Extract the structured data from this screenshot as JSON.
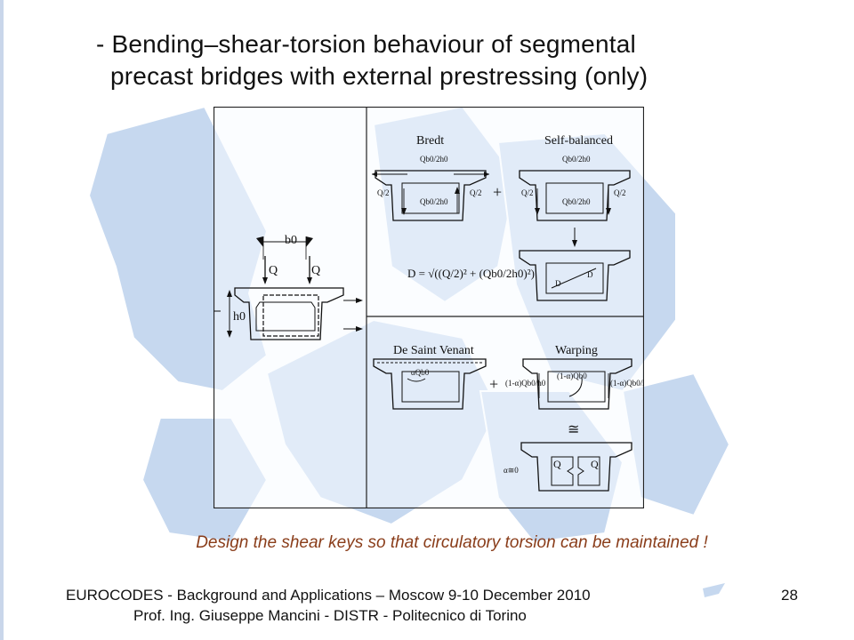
{
  "title": {
    "line1": "- Bending–shear-torsion behaviour of segmental",
    "line2": "precast bridges with external prestressing (only)"
  },
  "figure": {
    "label_b0": "b0",
    "label_h0": "h0",
    "label_q": "Q",
    "label_bredt": "Bredt",
    "label_self_balanced": "Self-balanced",
    "label_de_saint_venant": "De Saint Venant",
    "label_warping": "Warping",
    "frac_q_over_2": "Q/2",
    "frac_qb0_over_2h0": "Qb0/2h0",
    "formula_d": "D = √((Q/2)² + (Qb0/2h0)²)",
    "label_d": "D",
    "label_alpha_qb0": "αQb0",
    "label_one_minus_alpha_qb0": "(1-α)Qb0",
    "label_one_minus_alpha_qb0_over_h0": "(1-α)Qb0/h0",
    "label_approx": "≅",
    "label_alpha_zero": "α≅0"
  },
  "caption": "Design the shear keys so that circulatory torsion can be maintained !",
  "footer": {
    "line1": "EUROCODES - Background and Applications – Moscow 9-10 December 2010",
    "line2": "Prof. Ing. Giuseppe Mancini - DISTR - Politecnico di Torino",
    "page": "28"
  }
}
